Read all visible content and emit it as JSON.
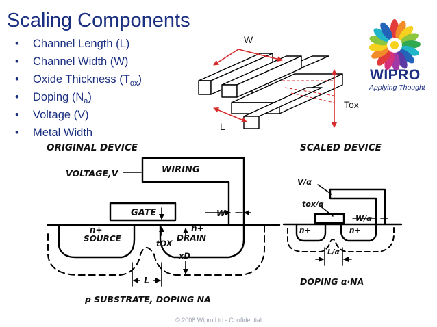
{
  "slide": {
    "title": "Scaling Components",
    "bullets": [
      {
        "text": "Channel Length (L)"
      },
      {
        "text": "Channel Width (W)"
      },
      {
        "text_pre": "Oxide Thickness (T",
        "sub": "ox",
        "text_post": ")"
      },
      {
        "text_pre": "Doping (N",
        "sub": "a",
        "text_post": ")"
      },
      {
        "text": "Voltage (V)"
      },
      {
        "text": "Metal Width"
      }
    ]
  },
  "dims_diagram": {
    "w_label": "W",
    "l_label": "L",
    "tox_label": "Tox"
  },
  "logo": {
    "name": "WIPRO",
    "tagline": "Applying Thought"
  },
  "device": {
    "original_title": "ORIGINAL DEVICE",
    "scaled_title": "SCALED DEVICE",
    "voltage": "VOLTAGE,V",
    "wiring": "WIRING",
    "gate": "GATE",
    "w": "W",
    "n_plus": "n+",
    "source": "SOURCE",
    "drain": "DRAIN",
    "tox": "tOX",
    "xd": "xD",
    "l": "L",
    "substrate": "p SUBSTRATE, DOPING NA",
    "v_alpha": "V/α",
    "tox_alpha": "tox/α",
    "w_alpha": "W/α",
    "l_alpha": "L/α",
    "doping_scaled": "DOPING α·NA"
  },
  "footer": {
    "text": "© 2008 Wipro Ltd - Confidential"
  },
  "colors": {
    "title": "#1b2f80",
    "arrow": "#d62b2b",
    "logo_text": "#1b2f80"
  }
}
